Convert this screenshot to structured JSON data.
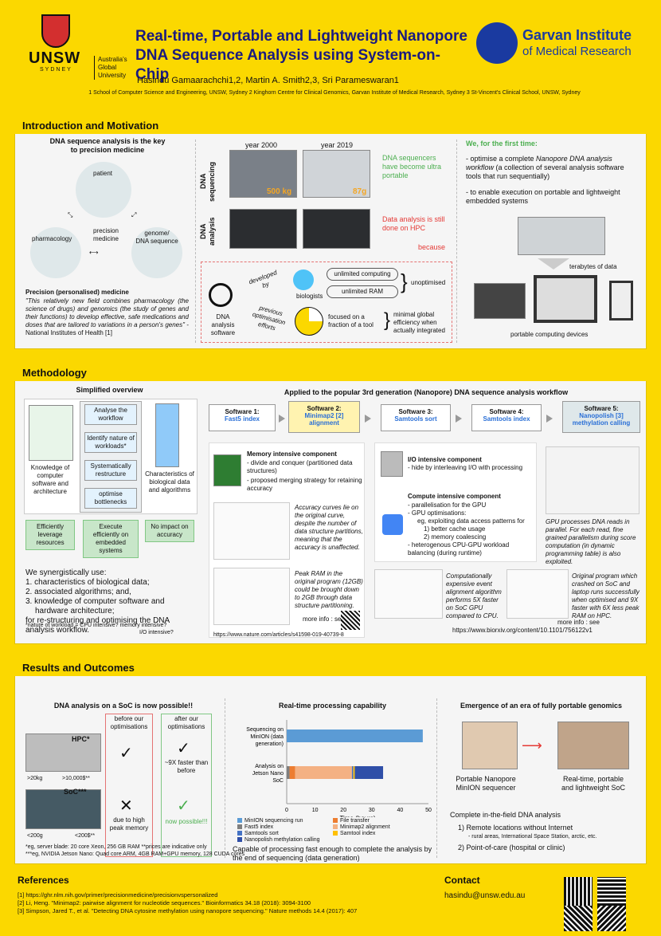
{
  "header": {
    "logo_unsw": "UNSW",
    "logo_sydney": "SYDNEY",
    "logo_ag1": "Australia's",
    "logo_ag2": "Global",
    "logo_ag3": "University",
    "title1": "Real-time, Portable and Lightweight Nanopore",
    "title2": "DNA Sequence Analysis using System-on-Chip",
    "authors": "Hasindu Gamaarachchi1,2, Martin A. Smith2,3, Sri Parameswaran1",
    "affiliations": "1 School of Computer Science and Engineering, UNSW, Sydney  2 Kinghorn Centre for Clinical Genomics, Garvan Institute of Medical Research, Sydney  3 St-Vincent's Clinical School, UNSW, Sydney",
    "garvan1": "Garvan Institute",
    "garvan2": "of Medical Research"
  },
  "intro": {
    "title": "Introduction and Motivation",
    "left_head1": "DNA sequence analysis is the key",
    "left_head2": "to precision medicine",
    "patient": "patient",
    "pharmacology": "pharmacology",
    "precision1": "precision",
    "precision2": "medicine",
    "genome1": "genome/",
    "genome2": "DNA sequence",
    "pm_title": "Precision (personalised) medicine",
    "pm_quote": "\"This relatively new field combines pharmacology (the science of drugs) and genomics (the study of genes and their functions) to develop effective, safe medications and doses that are tailored to variations in a person's genes\"",
    "pm_src": " - National Institutes of Health [1]",
    "year2000": "year 2000",
    "year2019": "year 2019",
    "dna_seq1": "DNA",
    "dna_seq2": "sequencing",
    "dna_an1": "DNA",
    "dna_an2": "analysis",
    "w1": "500 kg",
    "w2": "87g",
    "seq_note": "DNA sequencers have become ultra portable",
    "an_note": "Data analysis is still done on HPC",
    "because": "because",
    "developed": "developed",
    "by": "by",
    "biologists": "biologists",
    "unlimited_computing": "unlimited computing",
    "unlimited_ram": "unlimited RAM",
    "unoptimised": "unoptimised",
    "dna_sw1": "DNA",
    "dna_sw2": "analysis",
    "dna_sw3": "software",
    "prev1": "previous",
    "prev2": "optimisation",
    "prev3": "efforts",
    "focused": "focused on a fraction of a tool",
    "minimal": "minimal global efficiency when actually integrated",
    "first_time": "We, for the first time:",
    "b1a": "- optimise a complete ",
    "b1b": "Nanopore DNA analysis workflow",
    "b1c": " (a collection of several analysis software tools that run sequentially)",
    "b2": "- to enable execution on portable and lightweight embedded systems",
    "terabytes": "terabytes of data",
    "portable_dev": "portable computing devices"
  },
  "method": {
    "title": "Methodology",
    "overview": "Simplified overview",
    "analyse": "Analyse the workflow",
    "identify": "Identify nature of workloads*",
    "systematic": "Systematically restructure",
    "optimise": "optimise bottlenecks",
    "knowledge": "Knowledge of computer software and architecture",
    "characteristics": "Characteristics of biological data and algorithms",
    "res1": "Efficiently leverage resources",
    "res2": "Execute efficiently on embedded systems",
    "res3": "No impact on accuracy",
    "syn": "We synergistically use:",
    "syn1": "1. characteristics of biological data;",
    "syn2": "2. associated algorithms; and,",
    "syn3": "3. knowledge of computer software and",
    "syn3b": "hardware architecture;",
    "syn4": "for re-structuring and optimising the DNA analysis workflow.",
    "footnote1": "*nature of workload = CPU intensive? memory intensive?",
    "footnote2": "I/O intensive?",
    "applied": "Applied to the popular 3rd generation (Nanopore) DNA sequence analysis workflow",
    "sw": [
      {
        "label": "Software 1:",
        "name": "Fast5 index"
      },
      {
        "label": "Software 2:",
        "name": "Minimap2 [2] alignment"
      },
      {
        "label": "Software 3:",
        "name": "Samtools sort"
      },
      {
        "label": "Software 4:",
        "name": "Samtools index"
      },
      {
        "label": "Software 5:",
        "name": "Nanopolish [3] methylation calling"
      }
    ],
    "mem_title": "Memory intensive component",
    "mem1": "- divide and conquer (partitioned data structures)",
    "mem2": "- proposed merging strategy for retaining accuracy",
    "acc_note": "Accuracy curves lie on the original curve, despite the number of data structure partitions, meaning that the accuracy is unaffected.",
    "ram_note": "Peak RAM in the original program (12GB) could be brought down to 2GB through data structure partitioning.",
    "more_info": "more info : see",
    "url1": "https://www.nature.com/articles/s41598-019-40739-8",
    "io_title": "I/O intensive component",
    "io1": "- hide by interleaving I/O with processing",
    "comp_title": "Compute intensive component",
    "comp1": "- parallelisation for the GPU",
    "comp2": "- GPU optimisations:",
    "comp3": "eg, exploiting data access patterns for",
    "comp4": "1) better cache usage",
    "comp5": "2) memory coalescing",
    "comp6": "- heterogenous CPU-GPU workload balancing (during runtime)",
    "gpu_note": "GPU processes DNA reads in parallel. For each read, fine grained parallelism during score computation (in dynamic programming table) is also exploited.",
    "event_note": "Computationally expensive event alignment algorithm performs 5X faster on SoC GPU compared to CPU.",
    "orig_note": "Original program which crashed on SoC and laptop runs successfully when optimised and 9X faster with 6X less peak RAM on HPC.",
    "url2": "https://www.biorxiv.org/content/10.1101/756122v1"
  },
  "results": {
    "title": "Results and Outcomes",
    "soc_head": "DNA analysis on a SoC is now possible!!",
    "before": "before our optimisations",
    "after": "after our optimisations",
    "hpc": "HPC*",
    "soc": "SoC***",
    "hpc_w": ">20kg",
    "hpc_p": ">10,000$**",
    "soc_w": "<200g",
    "soc_p": "<200$**",
    "check": "✓",
    "cross": "✕",
    "faster": "~9X faster than before",
    "high_peak": "due to high peak memory",
    "now_possible": "now possible!!!",
    "fn1": "*eg, server blade: 20 core Xeon, 256 GB RAM    **prices are indicative only",
    "fn2": "***eg, NVIDIA Jetson Nano: Quad core ARM, 4GB RAM+GPU memory, 128 CUDA cores",
    "rt_head": "Real-time processing capability",
    "rt_note": "Capable of processing fast enough to complete the analysis by the end of sequencing (data generation)",
    "port_head": "Emergence of an era of fully portable genomics",
    "port_seq1": "Portable Nanopore",
    "port_seq2": "MinION sequencer",
    "port_soc1": "Real-time, portable",
    "port_soc2": "and lightweight SoC",
    "infield": "Complete in-the-field DNA analysis",
    "remote": "1) Remote locations without Internet",
    "remote2": "- rural areas, International Space Station, arctic, etc.",
    "poc": "2) Point-of-care (hospital or clinic)"
  },
  "refs": {
    "title": "References",
    "r1": "[1] https://ghr.nlm.nih.gov/primer/precisionmedicine/precisionvspersonalized",
    "r2": "[2] Li, Heng. \"Minimap2: pairwise alignment for nucleotide sequences.\" Bioinformatics 34.18 (2018): 3094-3100",
    "r3": "[3] Simpson, Jared T., et al. \"Detecting DNA cytosine methylation using nanopore sequencing.\" Nature methods 14.4 (2017): 407",
    "contact": "Contact",
    "email": "hasindu@unsw.edu.au"
  },
  "chart_data": [
    {
      "type": "bar",
      "orientation": "horizontal",
      "title": "",
      "categories": [
        "Sequencing on MinION (data generation)",
        "Analysis on Jetson Nano SoC"
      ],
      "xlabel": "Time (hours)",
      "xlim": [
        0,
        50
      ],
      "xticks": [
        0,
        10,
        20,
        30,
        40,
        50
      ],
      "series": [
        {
          "name": "MinION sequencing run",
          "color": "#5b9bd5",
          "values": [
            48,
            0
          ]
        },
        {
          "name": "Fast5 index",
          "color": "#7f7f7f",
          "values": [
            0,
            1
          ]
        },
        {
          "name": "Samtools sort",
          "color": "#4472c4",
          "values": [
            0,
            0.5
          ]
        },
        {
          "name": "Nanopolish methylation calling",
          "color": "#2f4fa8",
          "values": [
            0,
            10
          ]
        },
        {
          "name": "File transfer",
          "color": "#ed7d31",
          "values": [
            0,
            2
          ]
        },
        {
          "name": "Minimap2 alignment",
          "color": "#f4b183",
          "values": [
            0,
            20
          ]
        },
        {
          "name": "Samtool index",
          "color": "#ffc000",
          "values": [
            0,
            0.5
          ]
        }
      ]
    }
  ]
}
